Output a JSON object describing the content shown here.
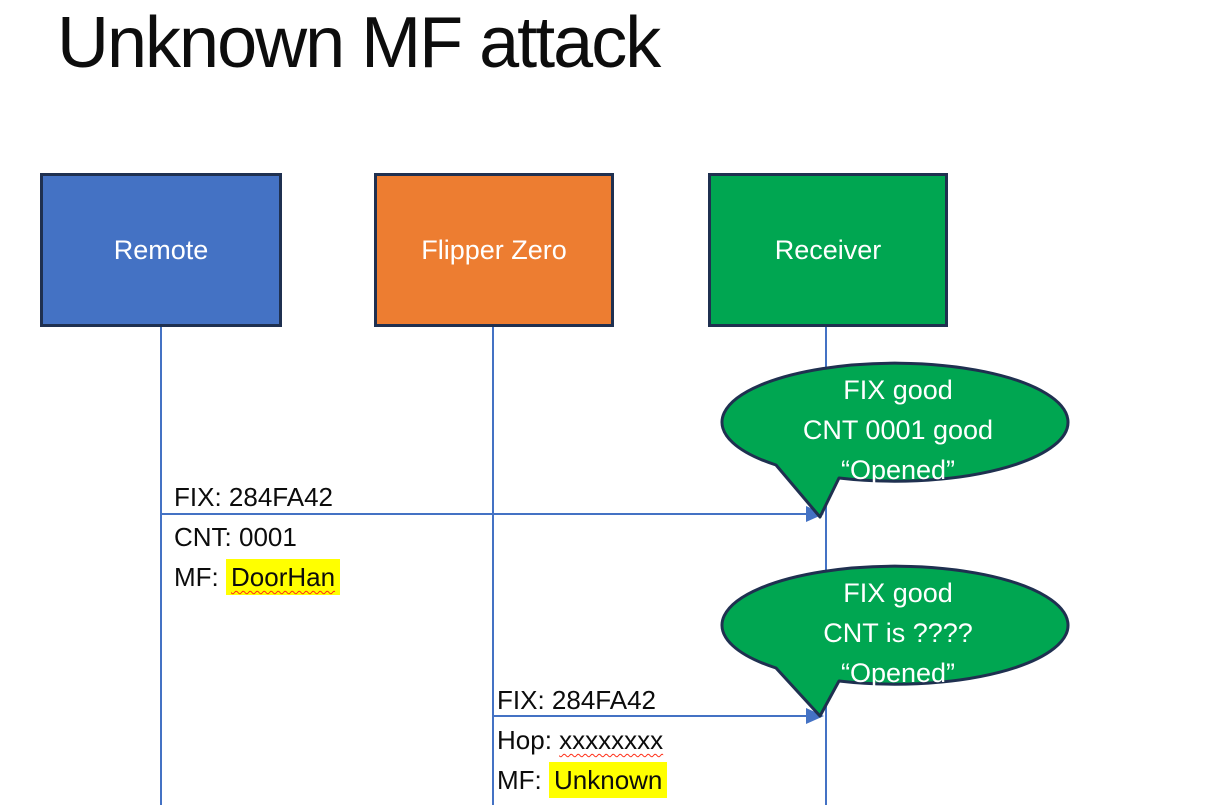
{
  "title": "Unknown MF attack",
  "actors": [
    {
      "id": "remote",
      "label": "Remote",
      "fill": "#4472c4"
    },
    {
      "id": "flipper",
      "label": "Flipper Zero",
      "fill": "#ed7d31"
    },
    {
      "id": "receiver",
      "label": "Receiver",
      "fill": "#00a651"
    }
  ],
  "messages": {
    "msg1": {
      "from": "Remote",
      "to": "Receiver",
      "line1": "FIX: 284FA42",
      "line2": "CNT: 0001",
      "line3_prefix": "MF: ",
      "line3_highlight": "DoorHan"
    },
    "msg2": {
      "from": "Flipper Zero",
      "to": "Receiver",
      "line1": "FIX: 284FA42",
      "line2_prefix": "Hop: ",
      "line2_wavy": "xxxxxxxx",
      "line3_prefix": "MF: ",
      "line3_highlight": "Unknown"
    }
  },
  "callouts": {
    "callout1": {
      "line1": "FIX good",
      "line2": "CNT 0001 good",
      "line3": "“Opened”"
    },
    "callout2": {
      "line1": "FIX good",
      "line2": "CNT is ????",
      "line3": "“Opened”"
    }
  },
  "colors": {
    "actor_blue": "#4472c4",
    "actor_orange": "#ed7d31",
    "actor_green": "#00a651",
    "outline_navy": "#1f3050",
    "connector_blue": "#4472c4",
    "highlight_yellow": "#ffff00",
    "spellcheck_red": "#ff2d16",
    "bubble_green": "#00a651"
  }
}
